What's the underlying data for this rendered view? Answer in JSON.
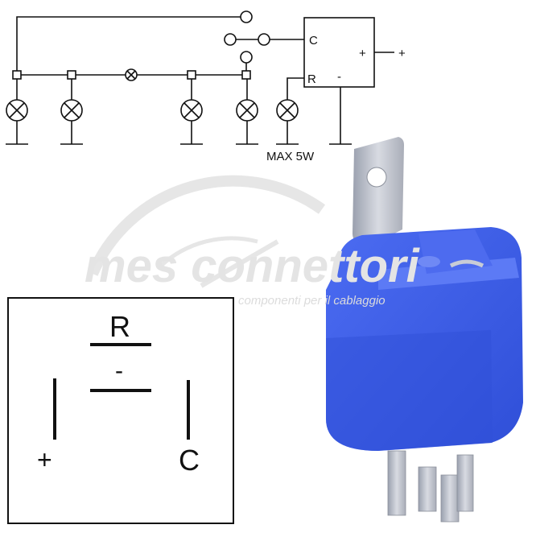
{
  "watermark": {
    "brand": "mes connettori",
    "tagline": "componenti per il cablaggio"
  },
  "wiring": {
    "terminal_c": "C",
    "terminal_r": "R",
    "terminal_plus": "+",
    "terminal_minus": "-",
    "supply": "+",
    "max_load": "MAX 5W"
  },
  "pinout": {
    "r": "R",
    "minus": "-",
    "plus": "+",
    "c": "C"
  },
  "colors": {
    "relay_body": "#3a5ae6",
    "line": "#111111"
  }
}
